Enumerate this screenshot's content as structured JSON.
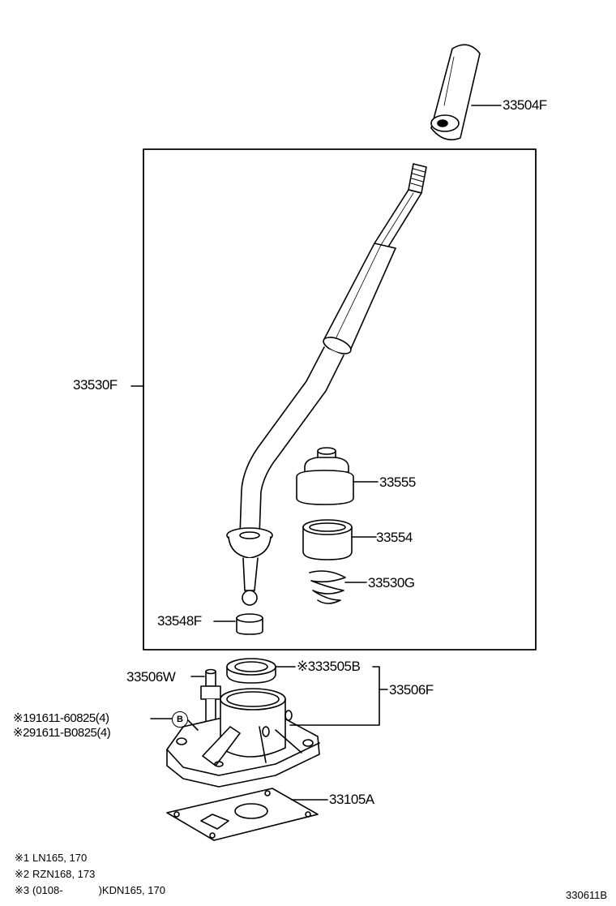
{
  "parts": {
    "knob": "33504F",
    "lever": "33530F",
    "boot_cap": "33555",
    "bushing": "33554",
    "spring": "33530G",
    "seat": "33548F",
    "breather_plug": "33506W",
    "retainer": "※333505B",
    "housing": "33506F",
    "bolt_1": "※191611-60825(4)",
    "bolt_2": "※291611-B0825(4)",
    "gasket": "33105A"
  },
  "badge_letter": "B",
  "notes": [
    {
      "mark": "※1",
      "text": "LN165, 170"
    },
    {
      "mark": "※2",
      "text": "RZN168, 173"
    },
    {
      "mark": "※3",
      "text_a": "(0108-",
      "text_b": ")KDN165, 170"
    }
  ],
  "diagram_code": "330611B"
}
